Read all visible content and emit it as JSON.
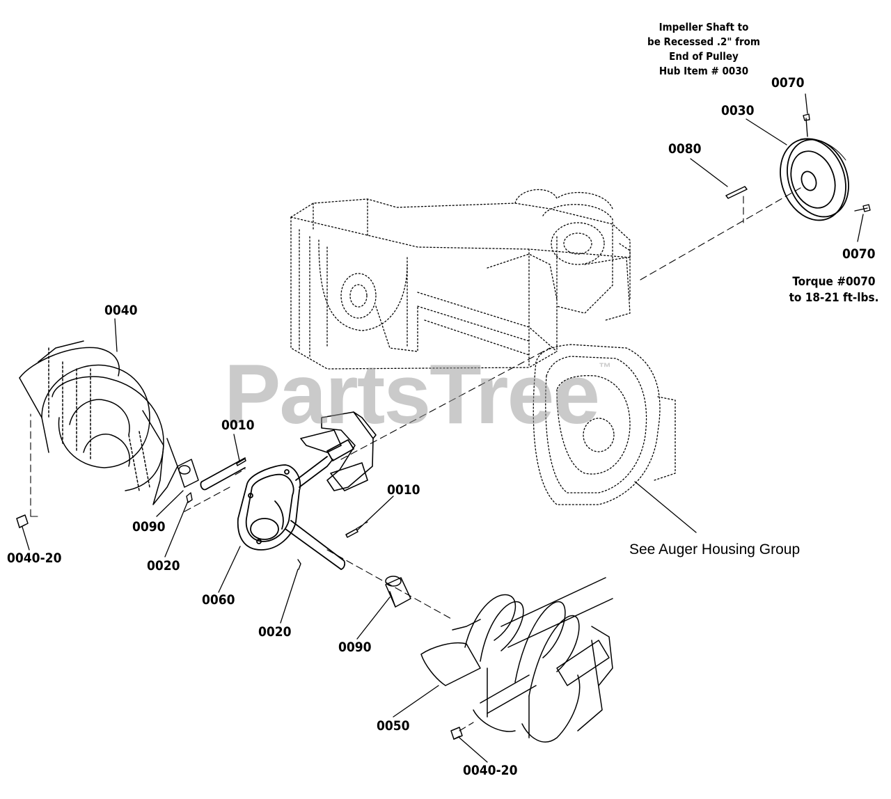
{
  "watermark": {
    "text": "PartsTree",
    "mark": "™"
  },
  "notes": {
    "impeller_shaft": [
      "Impeller Shaft to",
      "be Recessed .2\" from",
      "End of Pulley",
      "Hub Item # 0030"
    ],
    "torque": [
      "Torque #0070",
      "to 18-21 ft-lbs."
    ],
    "auger_housing": "See Auger Housing Group"
  },
  "labels": {
    "l0070_top": "0070",
    "l0030": "0030",
    "l0080": "0080",
    "l0070_bottom": "0070",
    "l0040": "0040",
    "l0010_left": "0010",
    "l0010_right": "0010",
    "l0090_left": "0090",
    "l0020_left": "0020",
    "l0040_20_left": "0040-20",
    "l0060": "0060",
    "l0020_center": "0020",
    "l0090_center": "0090",
    "l0050": "0050",
    "l0040_20_bottom": "0040-20"
  }
}
